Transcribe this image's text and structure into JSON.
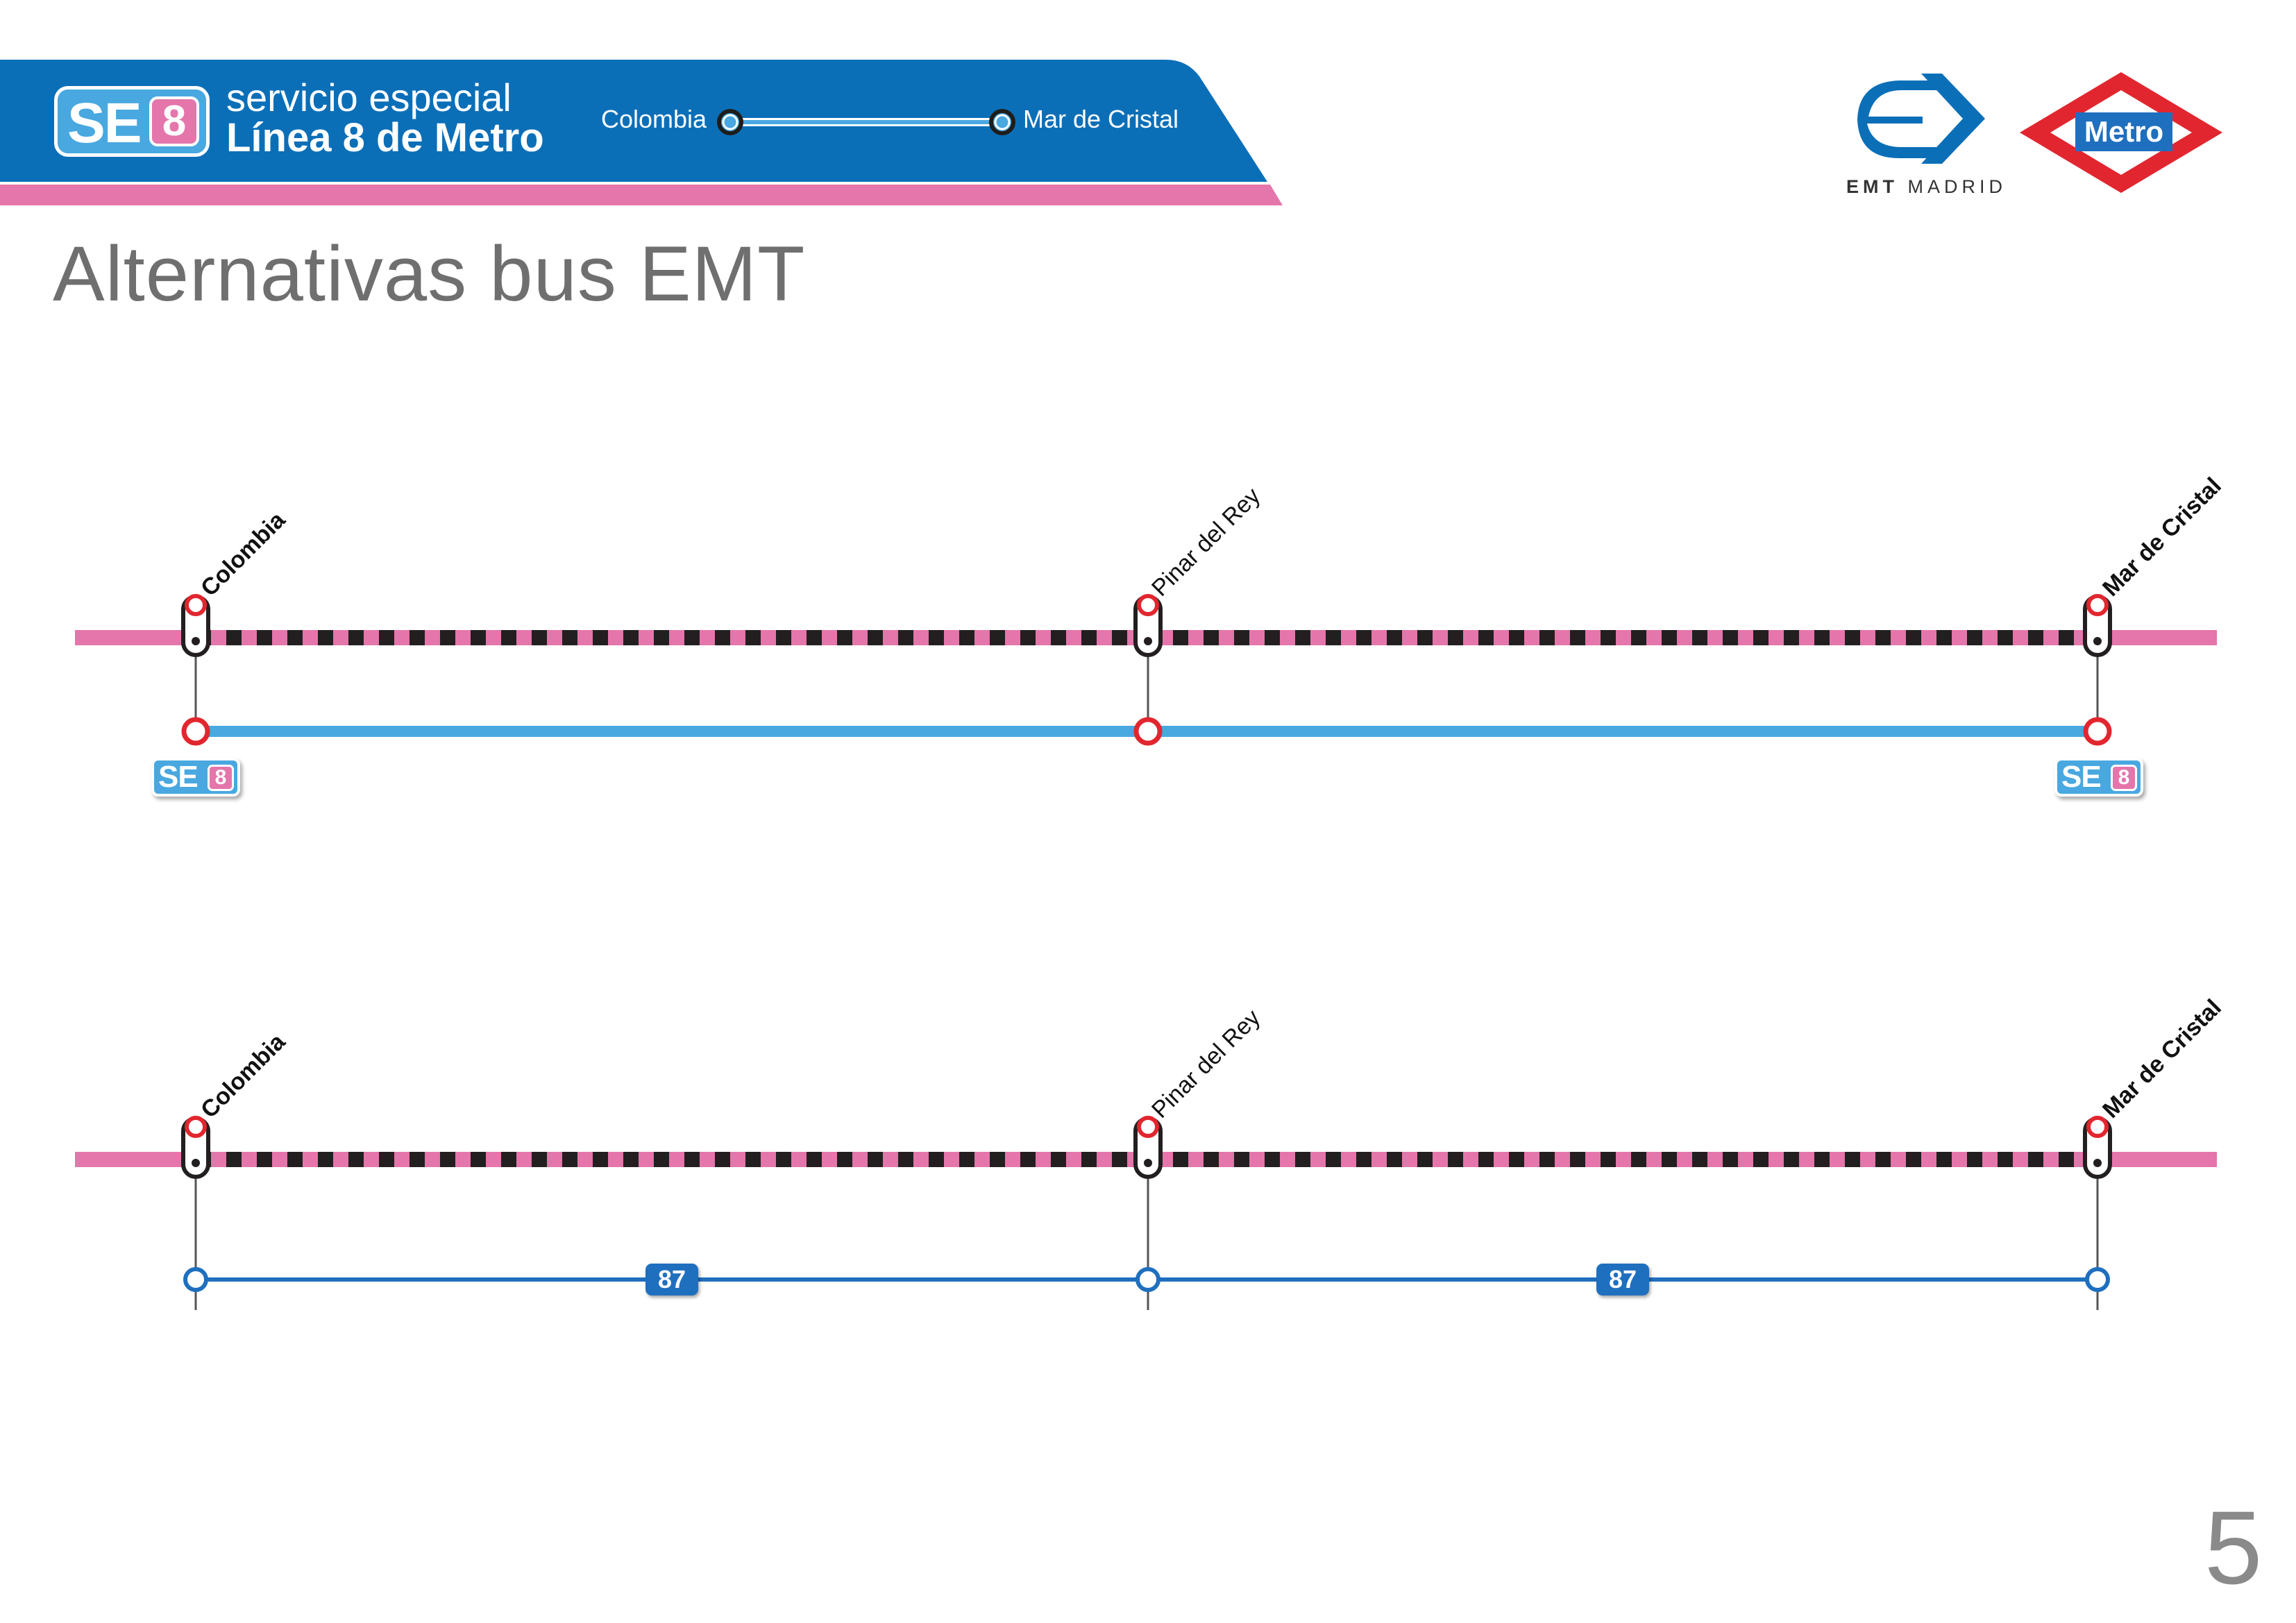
{
  "header": {
    "badge": {
      "prefix": "SE",
      "number": "8"
    },
    "line1_a": "servicio ",
    "line1_b": "especial",
    "line2": "Línea 8 de Metro",
    "route_from": "Colombia",
    "route_to": "Mar de Cristal"
  },
  "logos": {
    "emt_bold": "EMT",
    "emt_rest": " MADRID",
    "metro": "Metro"
  },
  "page_title": "Alternativas bus EMT",
  "diagrams": [
    {
      "stations": [
        {
          "name": "Colombia",
          "bold": true
        },
        {
          "name": "Pinar del Rey",
          "bold": false
        },
        {
          "name": "Mar de Cristal",
          "bold": true
        }
      ],
      "service": {
        "type": "se8",
        "badge_prefix": "SE",
        "badge_number": "8"
      }
    },
    {
      "stations": [
        {
          "name": "Colombia",
          "bold": true
        },
        {
          "name": "Pinar del Rey",
          "bold": false
        },
        {
          "name": "Mar de Cristal",
          "bold": true
        }
      ],
      "service": {
        "type": "bus",
        "segments": [
          {
            "line": "87"
          },
          {
            "line": "87"
          }
        ]
      }
    }
  ],
  "page_number": "5",
  "colors": {
    "header_blue": "#0b6fb8",
    "metro_pink": "#e476ab",
    "se_blue": "#49a8e0",
    "bus_blue": "#1f6fbf",
    "station_red": "#e2262f",
    "track_dark": "#231f20",
    "metro_red": "#e2262f"
  }
}
